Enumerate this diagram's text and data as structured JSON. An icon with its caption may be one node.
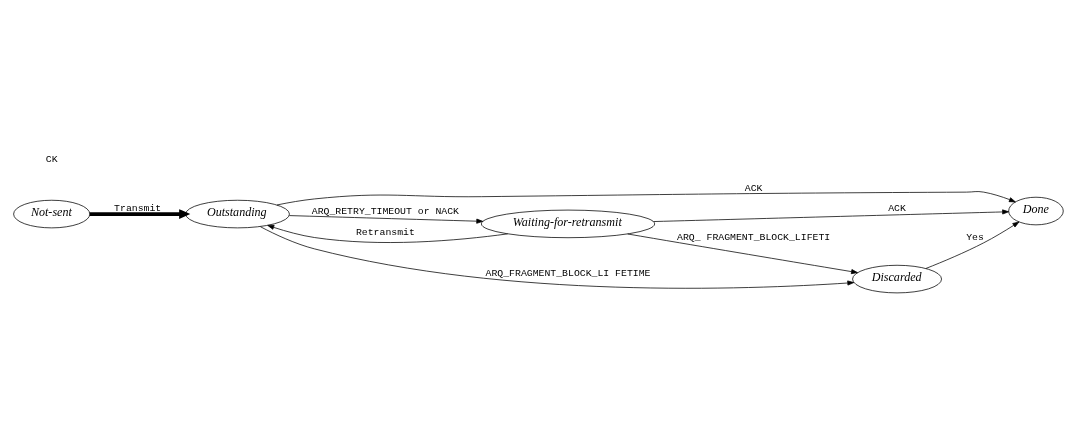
{
  "diagram": {
    "nodes": [
      {
        "text": [
          "Done"
        ]
      },
      {
        "text": [
          "Not-sent"
        ]
      },
      {
        "text": [
          "Outstanding"
        ]
      },
      {
        "text": [
          "Waiting-for-retransmit"
        ]
      },
      {
        "text": [
          "Discarded"
        ]
      }
    ],
    "edges": [
      {
        "from": 1,
        "to": 2,
        "arrow": "to",
        "label": "Transmit",
        "style": "thick"
      },
      {
        "from": 2,
        "to": 0,
        "arrow": "to",
        "label": "ACK"
      },
      {
        "from": 3,
        "to": 0,
        "arrow": "to",
        "label": "ACK"
      },
      {
        "from": 3,
        "to": 2,
        "arrow": "to",
        "label": "Retransmit"
      },
      {
        "from": 2,
        "to": 3,
        "arrow": "to",
        "label": "ARQ_RETRY_TIMEOUT or NACK"
      },
      {
        "from": 3,
        "to": 4,
        "arrow": "to",
        "label": "ARQ_ FRAGMENT_BLOCK_LIFETI"
      },
      {
        "from": 2,
        "to": 4,
        "arrow": "to",
        "label": "ARQ_FRAGMENT_BLOCK_LI FETIME"
      },
      {
        "from": 4,
        "to": 0,
        "arrow": "to",
        "label": "Yes"
      }
    ],
    "labels": [
      "CK"
    ]
  }
}
